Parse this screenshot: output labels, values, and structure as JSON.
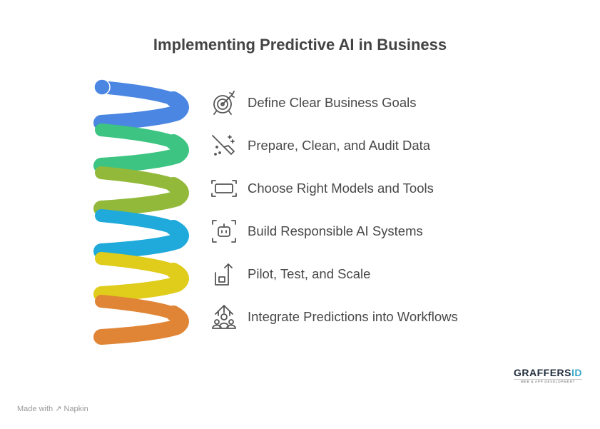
{
  "title": "Implementing Predictive AI in Business",
  "steps": [
    {
      "label": "Define Clear Business Goals",
      "icon": "target-arrow-icon",
      "color": "#4a86e2"
    },
    {
      "label": "Prepare, Clean, and Audit Data",
      "icon": "broom-sparkle-icon",
      "color": "#3dc482"
    },
    {
      "label": "Choose Right Models and Tools",
      "icon": "frame-rectangle-icon",
      "color": "#93b93a"
    },
    {
      "label": "Build Responsible AI Systems",
      "icon": "robot-frame-icon",
      "color": "#1faadb"
    },
    {
      "label": "Pilot, Test, and Scale",
      "icon": "scale-up-arrow-icon",
      "color": "#e0cc1a"
    },
    {
      "label": "Integrate Predictions into Workflows",
      "icon": "team-arrow-icon",
      "color": "#e08535"
    }
  ],
  "logo": {
    "name_main": "GRAFFERS",
    "name_accent": "ID",
    "tagline": "WEB & APP DEVELOPMENT"
  },
  "footer": "Made with ↗ Napkin"
}
